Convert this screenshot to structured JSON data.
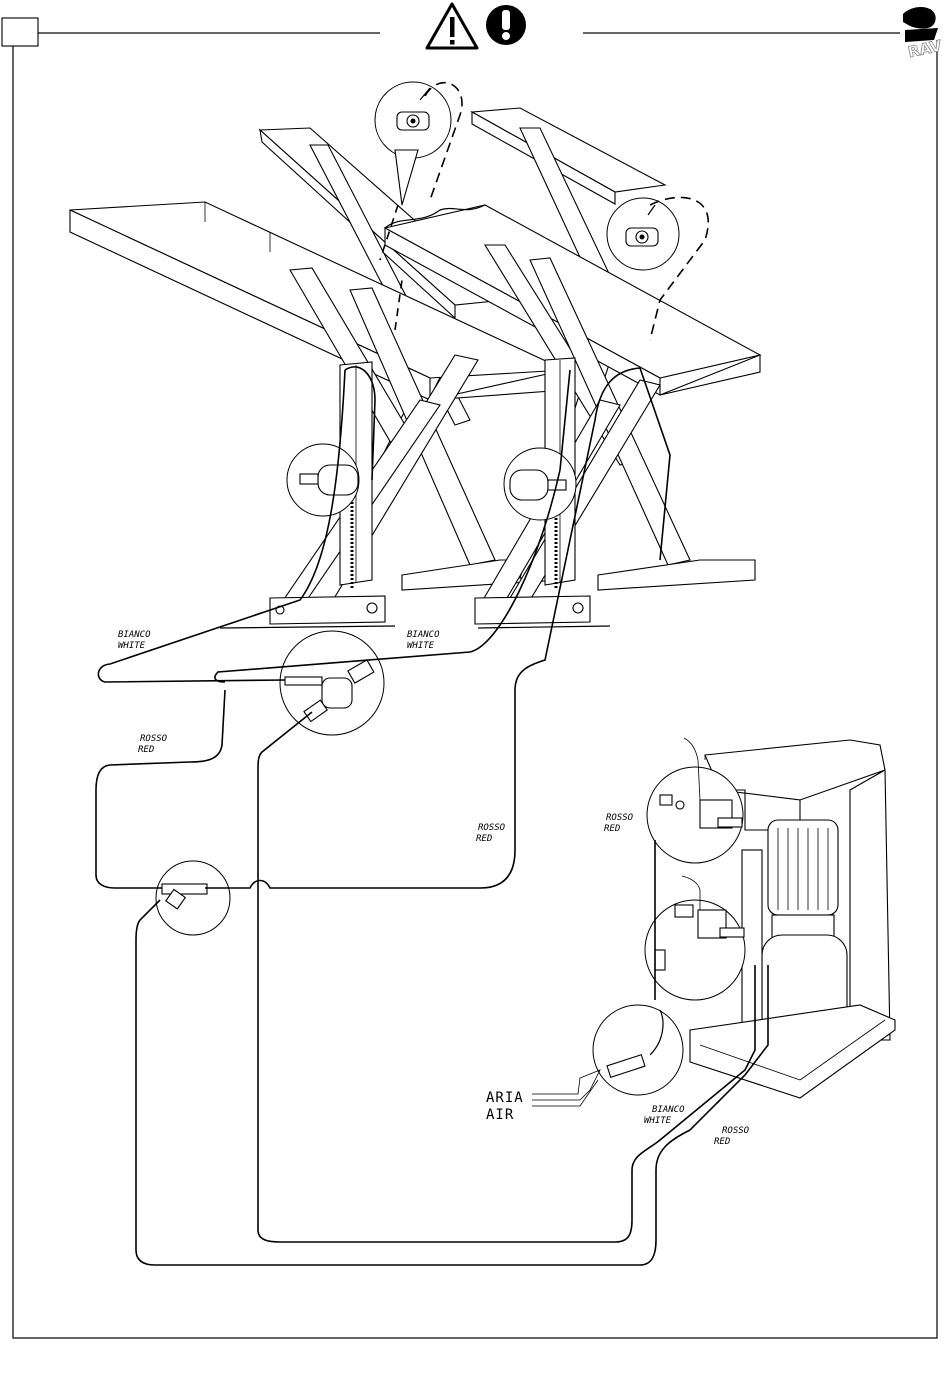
{
  "header": {
    "warning_symbol": "warning-triangle-icon",
    "attention_symbol": "exclamation-circle-icon",
    "brand_logo": "RAV"
  },
  "labels": {
    "white_left": {
      "it": "BIANCO",
      "en": "WHITE"
    },
    "white_right": {
      "it": "BIANCO",
      "en": "WHITE"
    },
    "red_left": {
      "it": "ROSSO",
      "en": "RED"
    },
    "red_middle": {
      "it": "ROSSO",
      "en": "RED"
    },
    "red_unit": {
      "it": "ROSSO",
      "en": "RED"
    },
    "white_bottom": {
      "it": "BIANCO",
      "en": "WHITE"
    },
    "red_bottom": {
      "it": "ROSSO",
      "en": "RED"
    },
    "air": {
      "it": "ARIA",
      "en": "AIR"
    }
  },
  "colors": {
    "ink": "#000000",
    "paper": "#ffffff"
  }
}
